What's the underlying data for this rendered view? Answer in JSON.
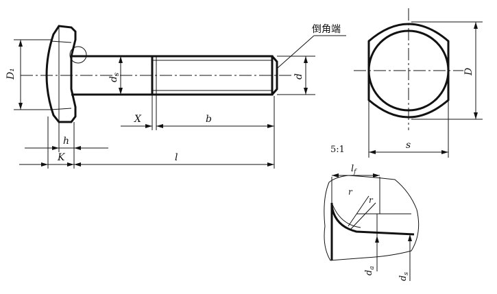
{
  "labels": {
    "chamfer_end": "倒角端",
    "D1": "D₁",
    "ds": "d",
    "ds_sub": "s",
    "d": "d",
    "X": "X",
    "b": "b",
    "h": "h",
    "K": "K",
    "l": "l",
    "D": "D",
    "s": "s",
    "scale": "5:1",
    "lf": "l",
    "lf_sub": "f",
    "r1": "r",
    "r2": "r",
    "da": "d",
    "da_sub": "a",
    "ds2": "d",
    "ds2_sub": "s"
  }
}
